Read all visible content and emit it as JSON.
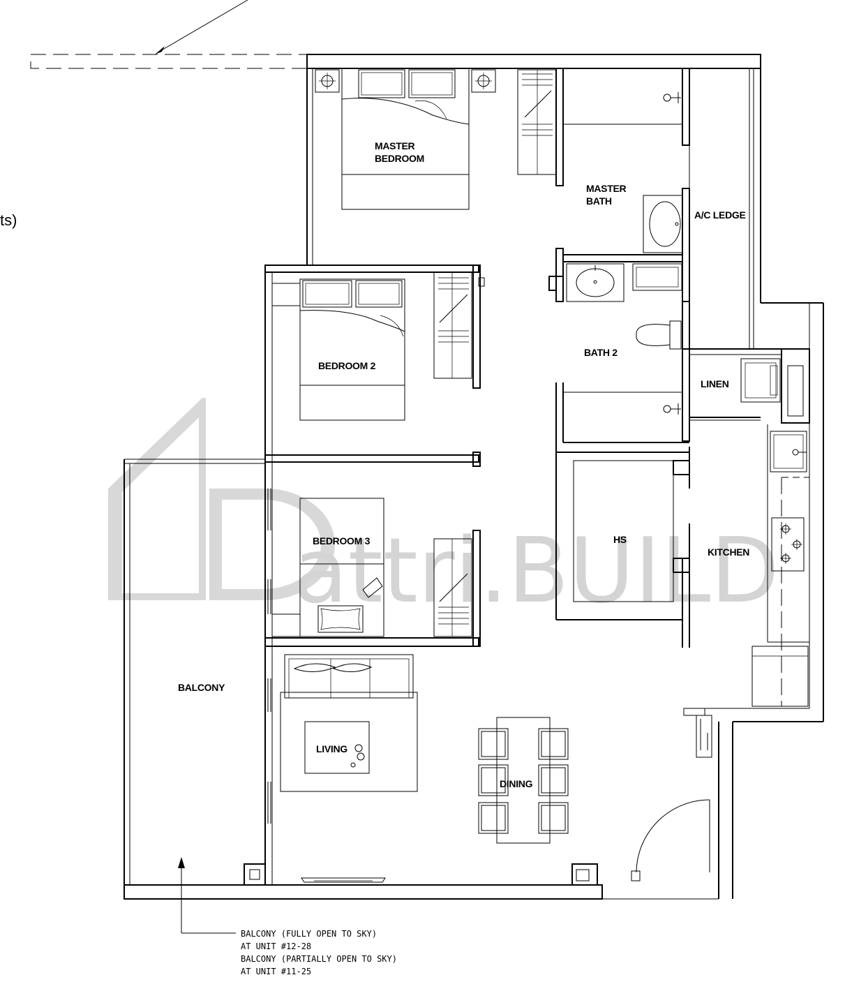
{
  "fragment_text": "ts)",
  "rooms": {
    "master_bedroom_l1": "MASTER",
    "master_bedroom_l2": "BEDROOM",
    "master_bath_l1": "MASTER",
    "master_bath_l2": "BATH",
    "ac_ledge": "A/C LEDGE",
    "bedroom2": "BEDROOM 2",
    "bath2": "BATH 2",
    "linen": "LINEN",
    "bedroom3": "BEDROOM 3",
    "hs": "HS",
    "kitchen": "KITCHEN",
    "balcony": "BALCONY",
    "living": "LIVING",
    "dining": "DINING"
  },
  "watermark": "attri.BUILD",
  "balcony_note": [
    "BALCONY (FULLY OPEN TO SKY)",
    "AT UNIT #12-28",
    "BALCONY (PARTIALLY OPEN TO SKY)",
    "AT UNIT #11-25"
  ],
  "colors": {
    "line": "#000000",
    "watermark": "#d4d4d4",
    "background": "#ffffff"
  }
}
